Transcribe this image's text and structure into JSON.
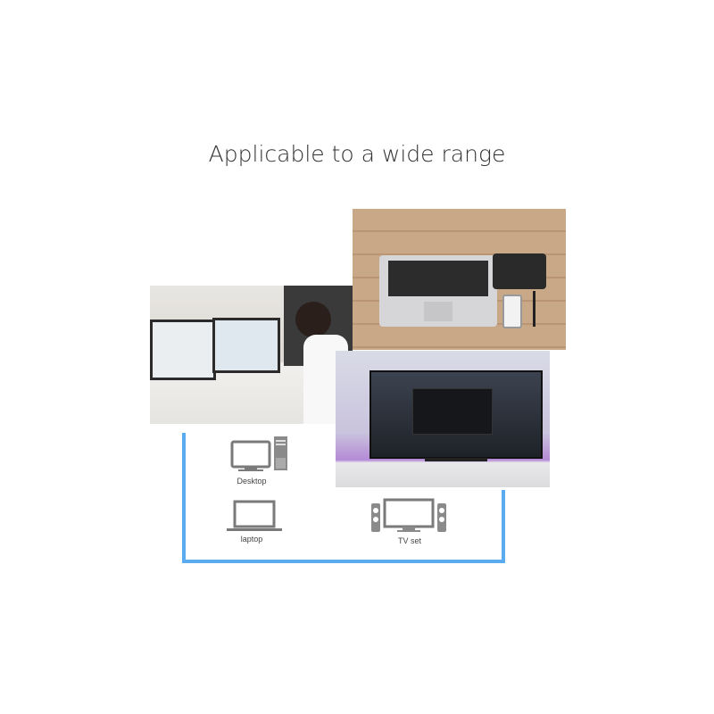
{
  "title": "Applicable to a wide range",
  "devices": [
    {
      "label": "Desktop",
      "icon": "desktop-icon"
    },
    {
      "label": "laptop",
      "icon": "laptop-icon"
    },
    {
      "label": "TV set",
      "icon": "tv-icon"
    }
  ],
  "colors": {
    "accent_line": "#5aabef",
    "icon_gray": "#7a7a7a",
    "title": "#333333"
  }
}
